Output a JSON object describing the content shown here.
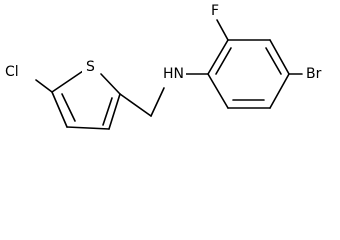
{
  "atoms": {
    "chlorine": "Cl",
    "sulfur": "S",
    "amine": "HN",
    "fluorine": "F",
    "bromine": "Br"
  }
}
